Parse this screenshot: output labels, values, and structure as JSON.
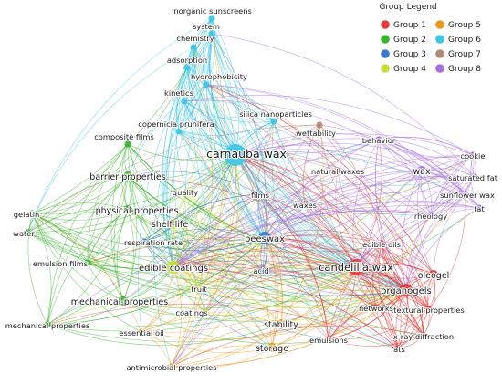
{
  "legend": {
    "title": "Group Legend",
    "groups": [
      {
        "name": "Group 1",
        "color": "#e23b3b"
      },
      {
        "name": "Group 5",
        "color": "#f0961e"
      },
      {
        "name": "Group 2",
        "color": "#38b42c"
      },
      {
        "name": "Group 6",
        "color": "#3ec6e6"
      },
      {
        "name": "Group 3",
        "color": "#3a78c8"
      },
      {
        "name": "Group 7",
        "color": "#b58a72"
      },
      {
        "name": "Group 4",
        "color": "#c8dc3a"
      },
      {
        "name": "Group 8",
        "color": "#a56de0"
      }
    ]
  },
  "group_colors": {
    "1": "#e23b3b",
    "2": "#38b42c",
    "3": "#3a78c8",
    "4": "#c8dc3a",
    "5": "#f0961e",
    "6": "#3ec6e6",
    "7": "#b58a72",
    "8": "#a56de0"
  },
  "nodes": [
    {
      "label": "inorganic sunscreens",
      "group": 6,
      "weight": 1
    },
    {
      "label": "system",
      "group": 6,
      "weight": 1
    },
    {
      "label": "chemistry",
      "group": 6,
      "weight": 1
    },
    {
      "label": "adsorption",
      "group": 6,
      "weight": 1
    },
    {
      "label": "hydrophobicity",
      "group": 6,
      "weight": 1
    },
    {
      "label": "kinetics",
      "group": 6,
      "weight": 1
    },
    {
      "label": "copernicia prunifera",
      "group": 6,
      "weight": 1
    },
    {
      "label": "silica nanoparticles",
      "group": 6,
      "weight": 1
    },
    {
      "label": "carnauba wax",
      "group": 6,
      "weight": 5
    },
    {
      "label": "composite films",
      "group": 2,
      "weight": 1
    },
    {
      "label": "barrier properties",
      "group": 2,
      "weight": 2
    },
    {
      "label": "physical-properties",
      "group": 2,
      "weight": 2
    },
    {
      "label": "gelatin",
      "group": 2,
      "weight": 1
    },
    {
      "label": "water",
      "group": 2,
      "weight": 1
    },
    {
      "label": "emulsion films",
      "group": 2,
      "weight": 1
    },
    {
      "label": "mechanical-properties",
      "group": 2,
      "weight": 2
    },
    {
      "label": "mechanical properties",
      "group": 2,
      "weight": 1
    },
    {
      "label": "quality",
      "group": 4,
      "weight": 1
    },
    {
      "label": "shelf-life",
      "group": 4,
      "weight": 2
    },
    {
      "label": "respiration rate",
      "group": 3,
      "weight": 1
    },
    {
      "label": "edible coatings",
      "group": 4,
      "weight": 3
    },
    {
      "label": "fruit",
      "group": 4,
      "weight": 1
    },
    {
      "label": "coatings",
      "group": 4,
      "weight": 1
    },
    {
      "label": "essential oil",
      "group": 5,
      "weight": 1
    },
    {
      "label": "antimicrobial properties",
      "group": 5,
      "weight": 1
    },
    {
      "label": "films",
      "group": 3,
      "weight": 1
    },
    {
      "label": "beeswax",
      "group": 3,
      "weight": 3
    },
    {
      "label": "acid",
      "group": 3,
      "weight": 1
    },
    {
      "label": "waxes",
      "group": 7,
      "weight": 1
    },
    {
      "label": "natural waxes",
      "group": 7,
      "weight": 1
    },
    {
      "label": "wettability",
      "group": 7,
      "weight": 1
    },
    {
      "label": "stability",
      "group": 5,
      "weight": 2
    },
    {
      "label": "storage",
      "group": 5,
      "weight": 2
    },
    {
      "label": "emulsions",
      "group": 1,
      "weight": 1
    },
    {
      "label": "candelilla wax",
      "group": 1,
      "weight": 4
    },
    {
      "label": "edible oils",
      "group": 1,
      "weight": 1
    },
    {
      "label": "organogels",
      "group": 1,
      "weight": 3
    },
    {
      "label": "oleogel",
      "group": 1,
      "weight": 2
    },
    {
      "label": "networks",
      "group": 1,
      "weight": 1
    },
    {
      "label": "textural properties",
      "group": 1,
      "weight": 1
    },
    {
      "label": "x-ray diffraction",
      "group": 1,
      "weight": 1
    },
    {
      "label": "fats",
      "group": 1,
      "weight": 1
    },
    {
      "label": "behavior",
      "group": 8,
      "weight": 1
    },
    {
      "label": "cookie",
      "group": 8,
      "weight": 1
    },
    {
      "label": "wax",
      "group": 8,
      "weight": 2
    },
    {
      "label": "saturated fat",
      "group": 8,
      "weight": 1
    },
    {
      "label": "sunflower wax",
      "group": 8,
      "weight": 1
    },
    {
      "label": "rheology",
      "group": 8,
      "weight": 1
    },
    {
      "label": "fat",
      "group": 8,
      "weight": 1
    }
  ]
}
